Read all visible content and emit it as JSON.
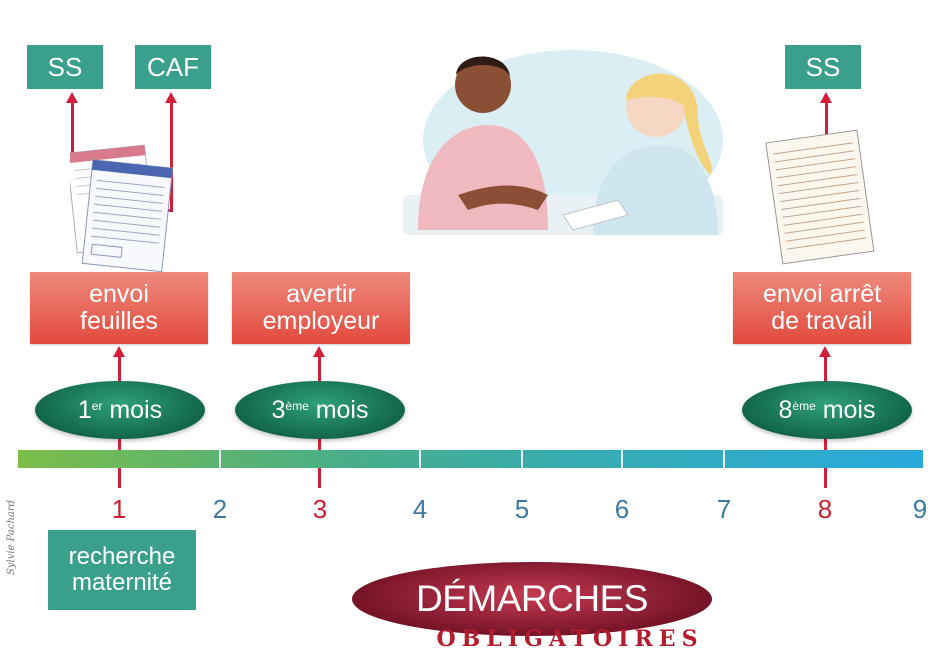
{
  "top_boxes": [
    {
      "label": "SS"
    },
    {
      "label": "CAF"
    },
    {
      "label": "SS"
    }
  ],
  "actions": [
    {
      "line1": "envoi",
      "line2": "feuilles"
    },
    {
      "line1": "avertir",
      "line2": "employeur"
    },
    {
      "line1": "envoi arrêt",
      "line2": "de travail"
    }
  ],
  "milestones": [
    {
      "num": "1",
      "sup": "er",
      "word": "mois"
    },
    {
      "num": "3",
      "sup": "ème",
      "word": "mois"
    },
    {
      "num": "8",
      "sup": "ème",
      "word": "mois"
    }
  ],
  "timeline": {
    "months": [
      "1",
      "2",
      "3",
      "4",
      "5",
      "6",
      "7",
      "8",
      "9"
    ],
    "highlighted": [
      "1",
      "3",
      "8"
    ],
    "colors": {
      "start": "#7cbd4a",
      "end": "#28a9dc",
      "highlight": "#c9202f",
      "normal": "#3d7aa3"
    }
  },
  "bottom_box": {
    "line1": "recherche",
    "line2": "maternité"
  },
  "title": {
    "main": "DÉMARCHES",
    "sub": "OBLIGATOIRES"
  },
  "signature": "Sylvie Pachard"
}
